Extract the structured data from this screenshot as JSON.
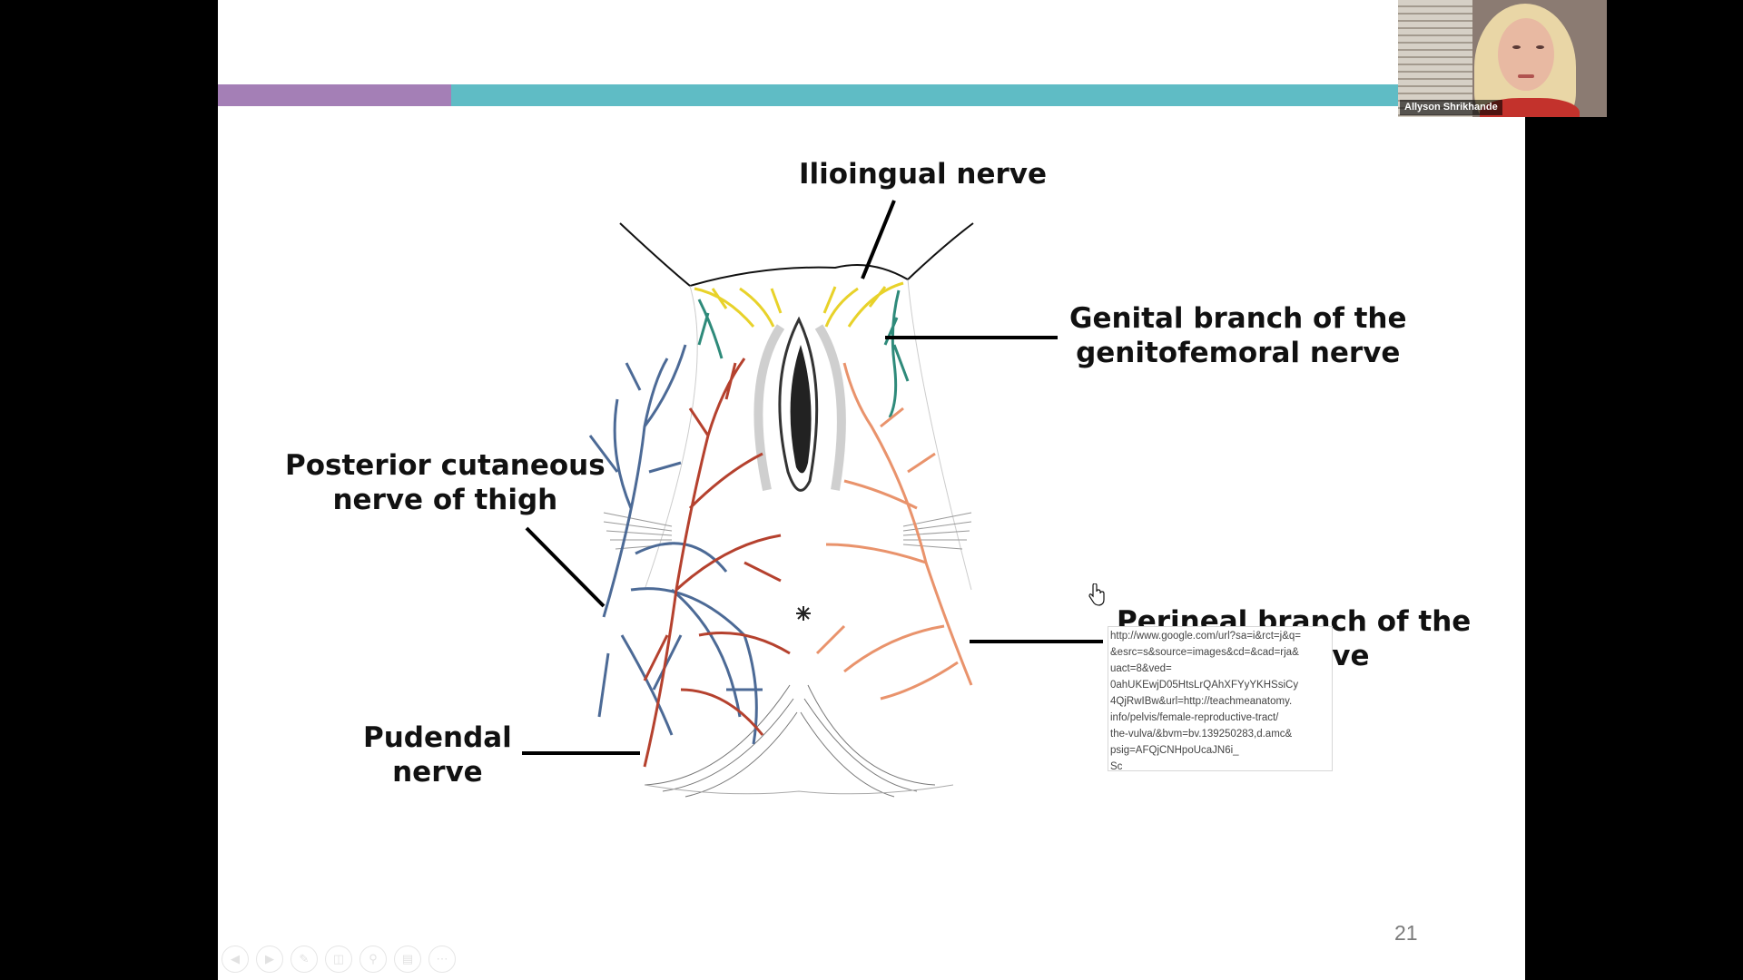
{
  "slide": {
    "labels": {
      "ilioinguinal": "Ilioingual nerve",
      "genital_line1": "Genital branch of the",
      "genital_line2": "genitofemoral nerve",
      "posterior_line1": "Posterior cutaneous",
      "posterior_line2": "nerve of thigh",
      "perineal_line1": "Perineal branch of the",
      "perineal_line2": "rve",
      "pudendal_line1": "Pudendal",
      "pudendal_line2": "nerve"
    },
    "page_number": "21",
    "accent_colors": {
      "purple": "#a47fb6",
      "teal": "#5fbcc5"
    },
    "nerve_colors": {
      "ilioinguinal": "#e8d22a",
      "genital": "#2e8a7a",
      "posterior": "#4c6a96",
      "pudendal": "#b5412e",
      "perineal": "#e9936c"
    }
  },
  "tooltip": {
    "lines": [
      "http://www.google.com/url?sa=i&rct=j&q=",
      "&esrc=s&source=images&cd=&cad=rja&",
      "uact=8&ved=",
      "0ahUKEwjD05HtsLrQAhXFYyYKHSsiCy",
      "4QjRwIBw&url=http://teachmeanatomy.",
      "info/pelvis/female-reproductive-tract/",
      "the-vulva/&bvm=bv.139250283,d.amc&",
      "psig=AFQjCNHpoUcaJN6i_",
      "Sc"
    ]
  },
  "controls": [
    "previous-icon",
    "next-icon",
    "pen-icon",
    "slides-icon",
    "zoom-icon",
    "subtitles-icon",
    "more-icon"
  ],
  "participant": {
    "name": "Allyson Shrikhande"
  }
}
